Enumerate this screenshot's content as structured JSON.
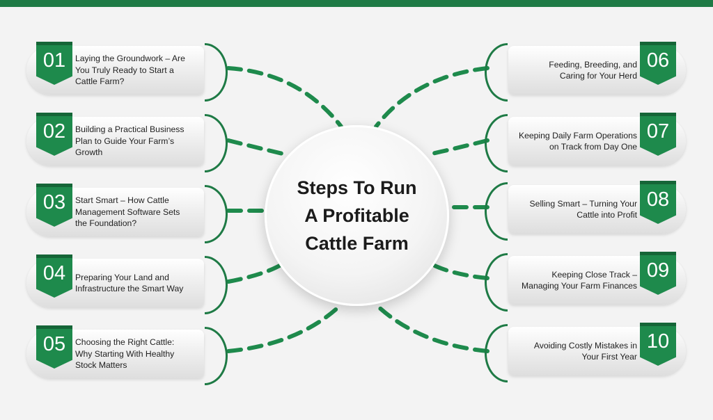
{
  "center": {
    "title_lines": [
      "Steps To Run",
      "A Profitable",
      "Cattle Farm"
    ]
  },
  "colors": {
    "accent": "#1e8a4c",
    "bar": "#1e7a45",
    "background": "#f3f3f3"
  },
  "steps": [
    {
      "number": "01",
      "lines": [
        "Laying the Groundwork – Are",
        "You Truly Ready to Start a",
        "Cattle Farm?"
      ]
    },
    {
      "number": "02",
      "lines": [
        "Building a Practical Business",
        "Plan to Guide Your Farm’s",
        "Growth"
      ]
    },
    {
      "number": "03",
      "lines": [
        "Start Smart – How Cattle",
        "Management Software Sets",
        "the Foundation?"
      ]
    },
    {
      "number": "04",
      "lines": [
        "Preparing Your Land and",
        "Infrastructure the Smart Way"
      ]
    },
    {
      "number": "05",
      "lines": [
        "Choosing the Right Cattle:",
        "Why Starting With Healthy",
        "Stock Matters"
      ]
    },
    {
      "number": "06",
      "lines": [
        "Feeding, Breeding, and",
        "Caring for Your Herd"
      ]
    },
    {
      "number": "07",
      "lines": [
        "Keeping Daily Farm Operations",
        "on Track from Day One"
      ]
    },
    {
      "number": "08",
      "lines": [
        "Selling Smart – Turning Your",
        "Cattle into Profit"
      ]
    },
    {
      "number": "09",
      "lines": [
        "Keeping Close Track –",
        "Managing Your Farm Finances"
      ]
    },
    {
      "number": "10",
      "lines": [
        "Avoiding Costly Mistakes in",
        "Your First Year"
      ]
    }
  ]
}
